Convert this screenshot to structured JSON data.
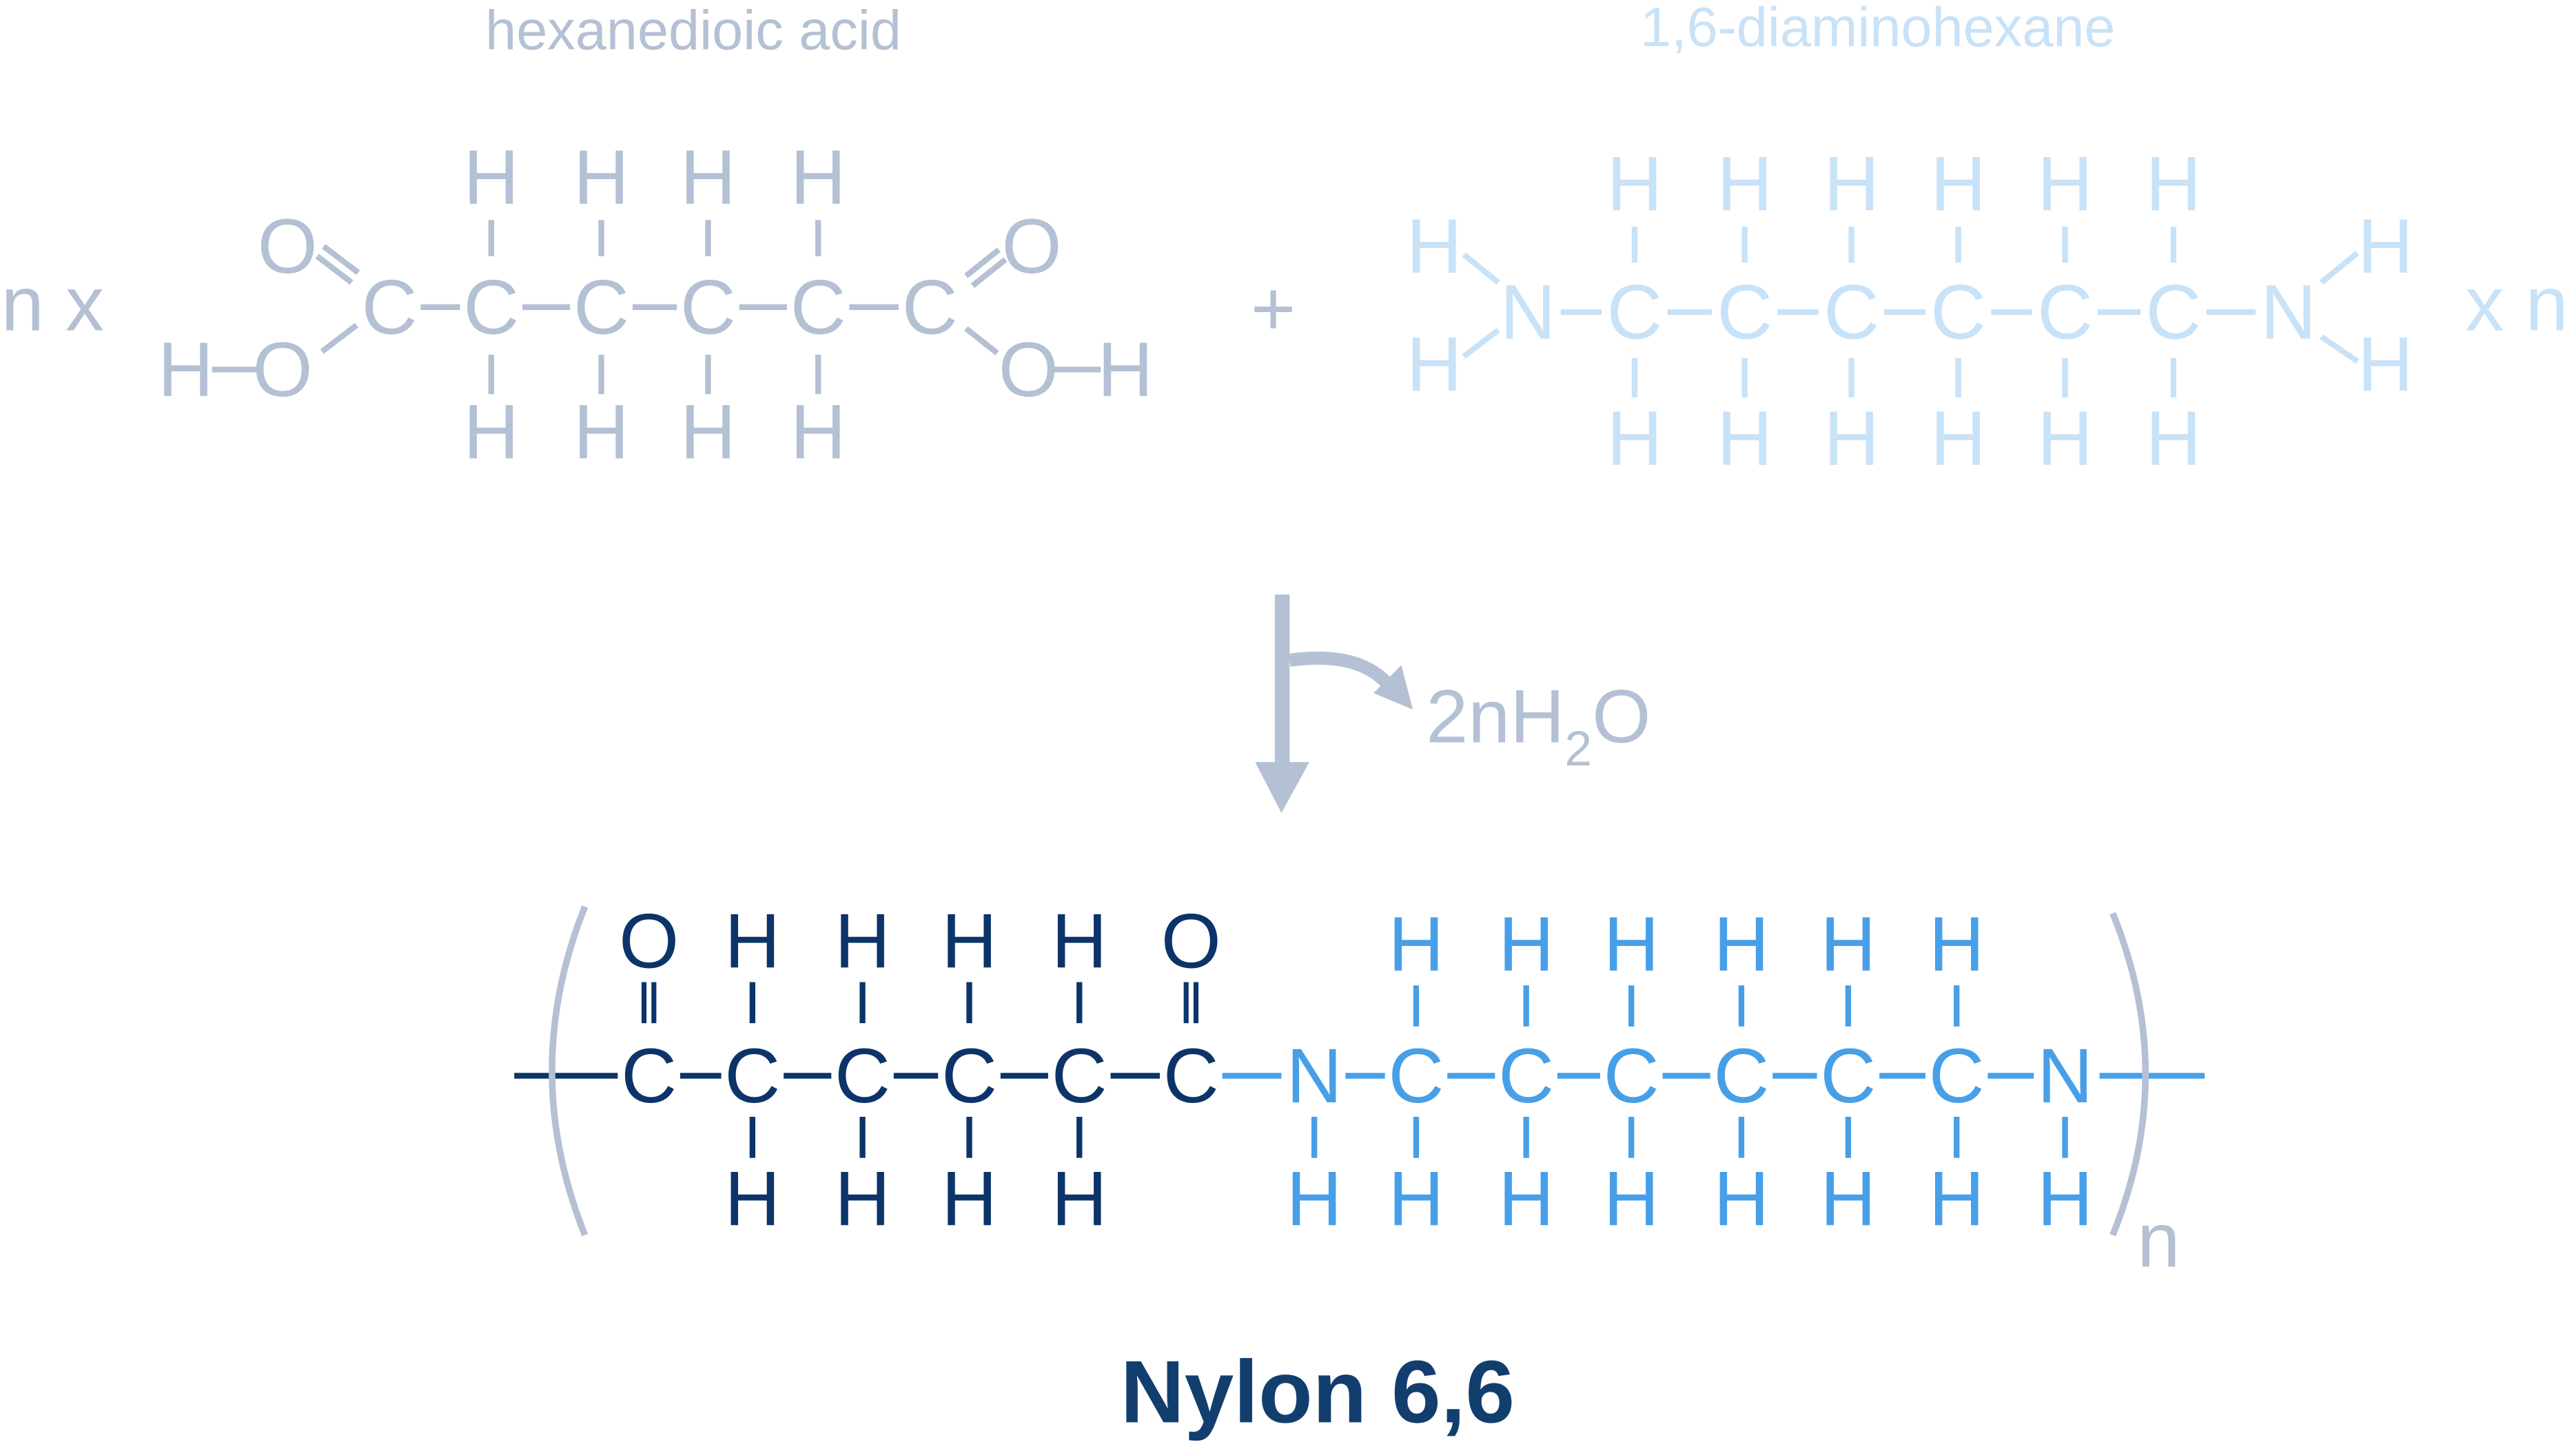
{
  "reactant_acid": {
    "name": "hexanedioic acid",
    "multiplier": "n x",
    "backbone": [
      "C",
      "C",
      "C",
      "C",
      "C",
      "C"
    ],
    "top": [
      "H",
      "H",
      "H",
      "H"
    ],
    "bottom": [
      "H",
      "H",
      "H",
      "H"
    ],
    "left_carbonyl": "O",
    "left_hydroxyl": [
      "H",
      "O"
    ],
    "right_carbonyl": "O",
    "right_hydroxyl": [
      "O",
      "H"
    ],
    "color": "#B4C0D3"
  },
  "plus": "+",
  "reactant_amine": {
    "name": "1,6-diaminohexane",
    "multiplier": "x n",
    "backbone": [
      "N",
      "C",
      "C",
      "C",
      "C",
      "C",
      "C",
      "N"
    ],
    "top": [
      "H",
      "H",
      "H",
      "H",
      "H",
      "H"
    ],
    "bottom": [
      "H",
      "H",
      "H",
      "H",
      "H",
      "H"
    ],
    "left_h": [
      "H",
      "H"
    ],
    "right_h": [
      "H",
      "H"
    ],
    "color": "#C8E2F8"
  },
  "byproduct": {
    "coefficient": "2nH",
    "subscript": "2",
    "suffix": "O",
    "color": "#B4C0D3"
  },
  "product": {
    "acid_part": {
      "backbone": [
        "C",
        "C",
        "C",
        "C",
        "C",
        "C"
      ],
      "top": [
        "O",
        "H",
        "H",
        "H",
        "H",
        "O"
      ],
      "bottom": [
        "H",
        "H",
        "H",
        "H"
      ],
      "color": "#0C3469"
    },
    "amine_part": {
      "backbone": [
        "N",
        "C",
        "C",
        "C",
        "C",
        "C",
        "C",
        "N"
      ],
      "top": [
        "H",
        "H",
        "H",
        "H",
        "H",
        "H"
      ],
      "bottom": [
        "H",
        "H",
        "H",
        "H",
        "H",
        "H",
        "H",
        "H"
      ],
      "color": "#479FE8"
    },
    "repeat_subscript": "n",
    "bracket_color": "#B4C0D3",
    "name": "Nylon 6,6",
    "name_color": "#123E6E"
  }
}
